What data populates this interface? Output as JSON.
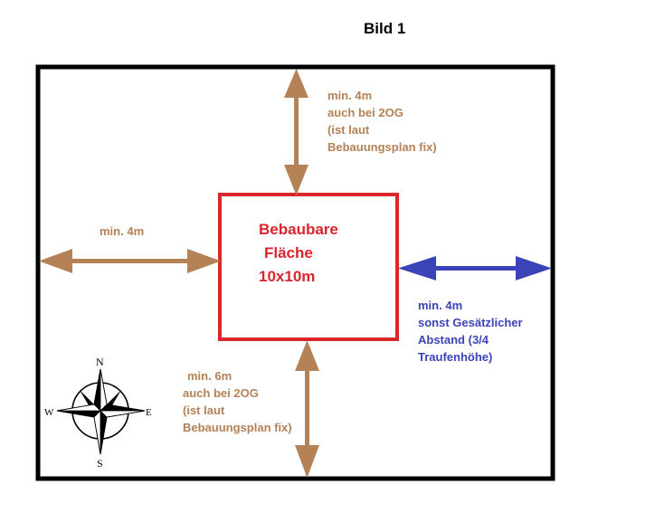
{
  "title": "Bild 1",
  "building_area": {
    "line1": "Bebaubare",
    "line2": "Fläche",
    "line3": "10x10m"
  },
  "top_distance": {
    "line1": "min. 4m",
    "line2": "auch bei 2OG",
    "line3": "(ist laut",
    "line4": "Bebauungsplan fix)"
  },
  "left_distance": {
    "line1": "min. 4m"
  },
  "right_distance": {
    "line1": "min. 4m",
    "line2": "sonst Gesätzlicher",
    "line3": "Abstand (3/4",
    "line4": "Traufenhöhe)"
  },
  "bottom_distance": {
    "line1": "min. 6m",
    "line2": "auch bei 2OG",
    "line3": "(ist laut",
    "line4": "Bebauungsplan fix)"
  },
  "compass": {
    "north": "N",
    "south": "S",
    "east": "E",
    "west": "W"
  },
  "colors": {
    "plot_border": "#000000",
    "building_border": "#d8262c",
    "arrow_brown": "#b58156",
    "arrow_blue": "#3a44b8"
  }
}
